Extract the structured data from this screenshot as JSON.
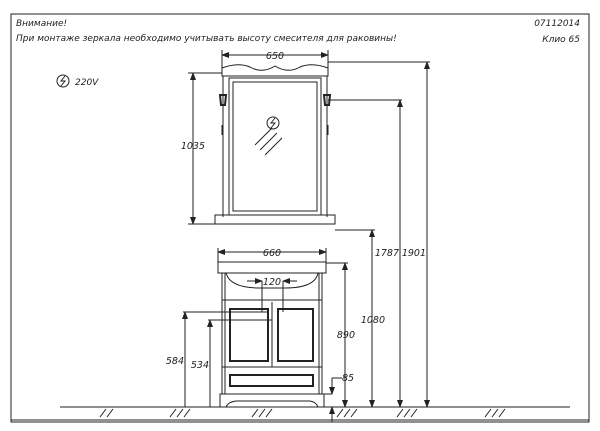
{
  "header": {
    "warning_title": "Внимание!",
    "warning_text": "При монтаже зеркала необходимо учитывать высоту смесителя для раковины!",
    "code": "07112014",
    "model": "Клио  65"
  },
  "legend": {
    "power_icon": "electric-outlet-icon",
    "power_label": "220V"
  },
  "dimensions": {
    "mirror_width": "650",
    "mirror_height": "1035",
    "top_height_1": "1787",
    "top_height_2": "1901",
    "sink_width": "660",
    "faucet_spacing": "120",
    "mirror_bottom_height": "1080",
    "sink_height": "890",
    "drain_height_1": "584",
    "drain_height_2": "534",
    "plinth_height": "85"
  }
}
